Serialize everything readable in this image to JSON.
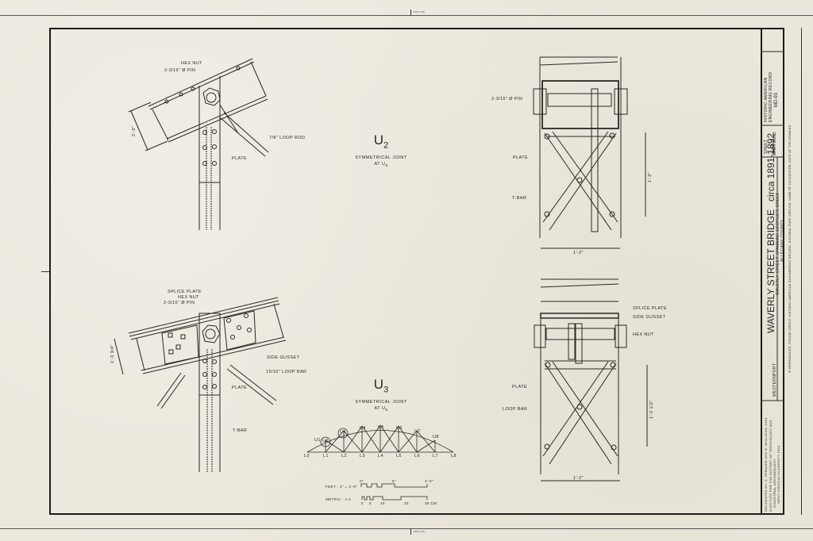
{
  "drawing": {
    "sheet_marks": {
      "top": "TRIM LINE",
      "bottom": "TRIM LINE"
    },
    "views": {
      "u2": {
        "title": "U",
        "subscript": "2",
        "subtitle": "SYMMETRICAL JOINT",
        "subtitle2": "AT U",
        "subtitle2_sub": "6",
        "labels": {
          "hex_nut": "HEX NUT",
          "pin": "2-3/16\" Ø PIN",
          "loop_rod": "7/8\" LOOP ROD",
          "plate": "PLATE",
          "dim": "2'-3\""
        }
      },
      "u3": {
        "title": "U",
        "subscript": "3",
        "subtitle": "SYMMETRICAL JOINT",
        "subtitle2": "AT U",
        "subtitle2_sub": "5",
        "labels": {
          "splice_plate": "SPLICE PLATE",
          "hex_nut": "HEX NUT",
          "pin": "2-3/16\" Ø PIN",
          "side_gusset": "SIDE GUSSET",
          "loop_bar": "15/16\" LOOP BAR",
          "plate": "PLATE",
          "t_bar": "T-BAR",
          "dim": "1'-3 3/4\""
        }
      },
      "u2_section": {
        "labels": {
          "pin": "2-3/16\" Ø PIN",
          "plate": "PLATE",
          "t_bar": "T-BAR",
          "dim_height": "1'-3\"",
          "dim_width": "1'-2\""
        }
      },
      "u3_section": {
        "labels": {
          "splice_plate": "SPLICE PLATE",
          "side_gusset": "SIDE GUSSET",
          "hex_nut": "HEX NUT",
          "plate": "PLATE",
          "loop_bar": "LOOP BAR",
          "dim_height": "1'-2 1/2\"",
          "dim_width": "1'-2\""
        }
      }
    },
    "key_plan": {
      "upper_nodes": [
        "U1",
        "U2",
        "U3",
        "U4",
        "U5",
        "U6",
        "U7",
        "U8"
      ],
      "lower_nodes": [
        "L0",
        "L1",
        "L2",
        "L3",
        "L4",
        "L5",
        "L6",
        "L7",
        "L8"
      ],
      "circled": [
        "U2",
        "U3"
      ]
    },
    "scale": {
      "feet_label": "FEET : 3\" = 1'-0\"",
      "metric_label": "METRIC : 1:4",
      "feet_ticks": [
        "0\"",
        "6\"",
        "1'-0\""
      ],
      "metric_ticks": [
        "0",
        "5",
        "10",
        "20",
        "30 CM"
      ]
    },
    "title_block": {
      "title": "WAVERLY STREET BRIDGE",
      "date": "circa 1891-1892",
      "subtitle": "WAVERLY STREET SPANNING GEORGE'S CREEK",
      "county": "ALLEGANY COUNTY",
      "city": "WESTERNPORT",
      "state": "MARYLAND",
      "sheet_label": "SHEET",
      "sheet_value": "6 OF 9",
      "record_label1": "HISTORIC AMERICAN",
      "record_label2": "ENGINEERING RECORD",
      "record_number": "MD-93",
      "delineated": "DELINEATED BY: C. SPRAKER AND R. MULLIGAN, 1991",
      "institute": "INSTITUTE FOR THE HISTORY OF TECHNOLOGY AND",
      "institute2": "INDUSTRIAL ARCHAEOLOGY",
      "institute3": "WEST VIRGINIA UNIVERSITY 1991",
      "credit": "IF REPRODUCED, PLEASE CREDIT: HISTORIC AMERICAN ENGINEERING RECORD, NATIONAL PARK SERVICE, NAME OF DELINEATOR, DATE OF THE DRAWING"
    }
  }
}
